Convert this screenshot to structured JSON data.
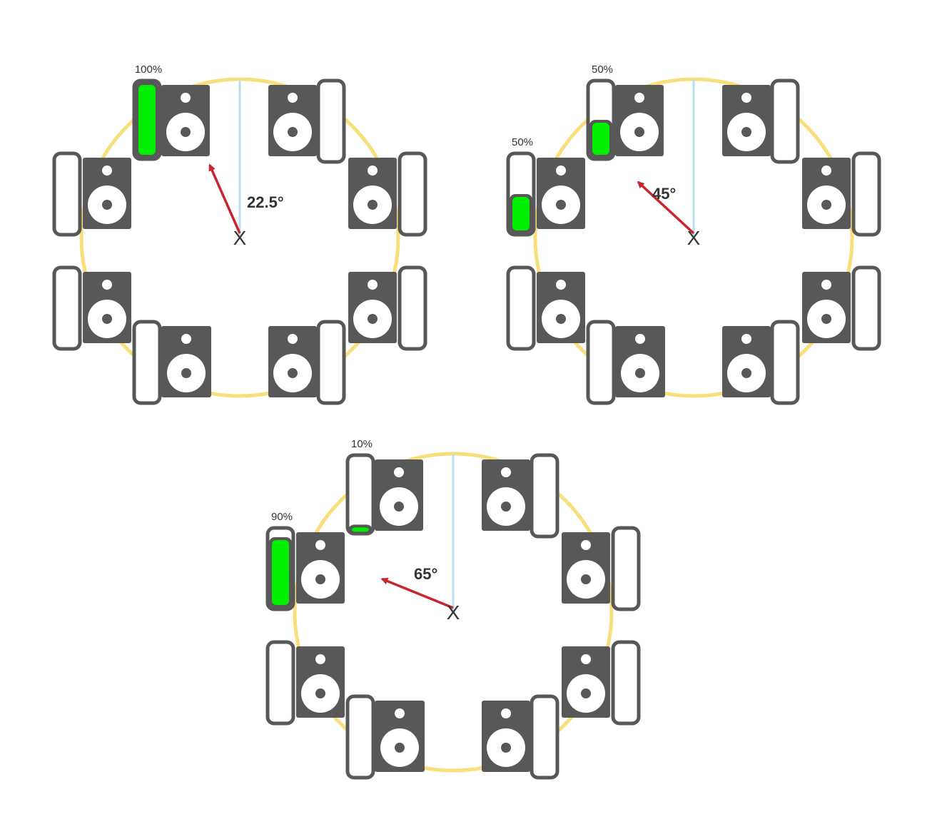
{
  "colors": {
    "ring": "#f9df7b",
    "speaker_body": "#585858",
    "speaker_cone": "#ffffff",
    "meter_border": "#585858",
    "meter_fill": "#00ee00",
    "reference_line": "#b9def2",
    "arrow": "#c8262e",
    "text": "#333333"
  },
  "icons": {
    "speaker": "speaker-icon",
    "meter": "level-meter",
    "listener": "listener-x-marker",
    "direction": "direction-arrow"
  },
  "panels": [
    {
      "id": "panel-1",
      "angle_label": "22.5°",
      "angle_deg": 22.5,
      "listener_mark": "X",
      "speakers": [
        {
          "position": "front-left",
          "level": 1.0,
          "level_label": "100%"
        },
        {
          "position": "front-right",
          "level": 0,
          "level_label": ""
        },
        {
          "position": "side-left-upper",
          "level": 0,
          "level_label": ""
        },
        {
          "position": "side-right-upper",
          "level": 0,
          "level_label": ""
        },
        {
          "position": "side-left-lower",
          "level": 0,
          "level_label": ""
        },
        {
          "position": "side-right-lower",
          "level": 0,
          "level_label": ""
        },
        {
          "position": "rear-left",
          "level": 0,
          "level_label": ""
        },
        {
          "position": "rear-right",
          "level": 0,
          "level_label": ""
        }
      ]
    },
    {
      "id": "panel-2",
      "angle_label": "45°",
      "angle_deg": 45,
      "listener_mark": "X",
      "speakers": [
        {
          "position": "front-left",
          "level": 0.5,
          "level_label": "50%"
        },
        {
          "position": "front-right",
          "level": 0,
          "level_label": ""
        },
        {
          "position": "side-left-upper",
          "level": 0.5,
          "level_label": "50%"
        },
        {
          "position": "side-right-upper",
          "level": 0,
          "level_label": ""
        },
        {
          "position": "side-left-lower",
          "level": 0,
          "level_label": ""
        },
        {
          "position": "side-right-lower",
          "level": 0,
          "level_label": ""
        },
        {
          "position": "rear-left",
          "level": 0,
          "level_label": ""
        },
        {
          "position": "rear-right",
          "level": 0,
          "level_label": ""
        }
      ]
    },
    {
      "id": "panel-3",
      "angle_label": "65°",
      "angle_deg": 65,
      "listener_mark": "X",
      "speakers": [
        {
          "position": "front-left",
          "level": 0.1,
          "level_label": "10%"
        },
        {
          "position": "front-right",
          "level": 0,
          "level_label": ""
        },
        {
          "position": "side-left-upper",
          "level": 0.9,
          "level_label": "90%"
        },
        {
          "position": "side-right-upper",
          "level": 0,
          "level_label": ""
        },
        {
          "position": "side-left-lower",
          "level": 0,
          "level_label": ""
        },
        {
          "position": "side-right-lower",
          "level": 0,
          "level_label": ""
        },
        {
          "position": "rear-left",
          "level": 0,
          "level_label": ""
        },
        {
          "position": "rear-right",
          "level": 0,
          "level_label": ""
        }
      ]
    }
  ]
}
